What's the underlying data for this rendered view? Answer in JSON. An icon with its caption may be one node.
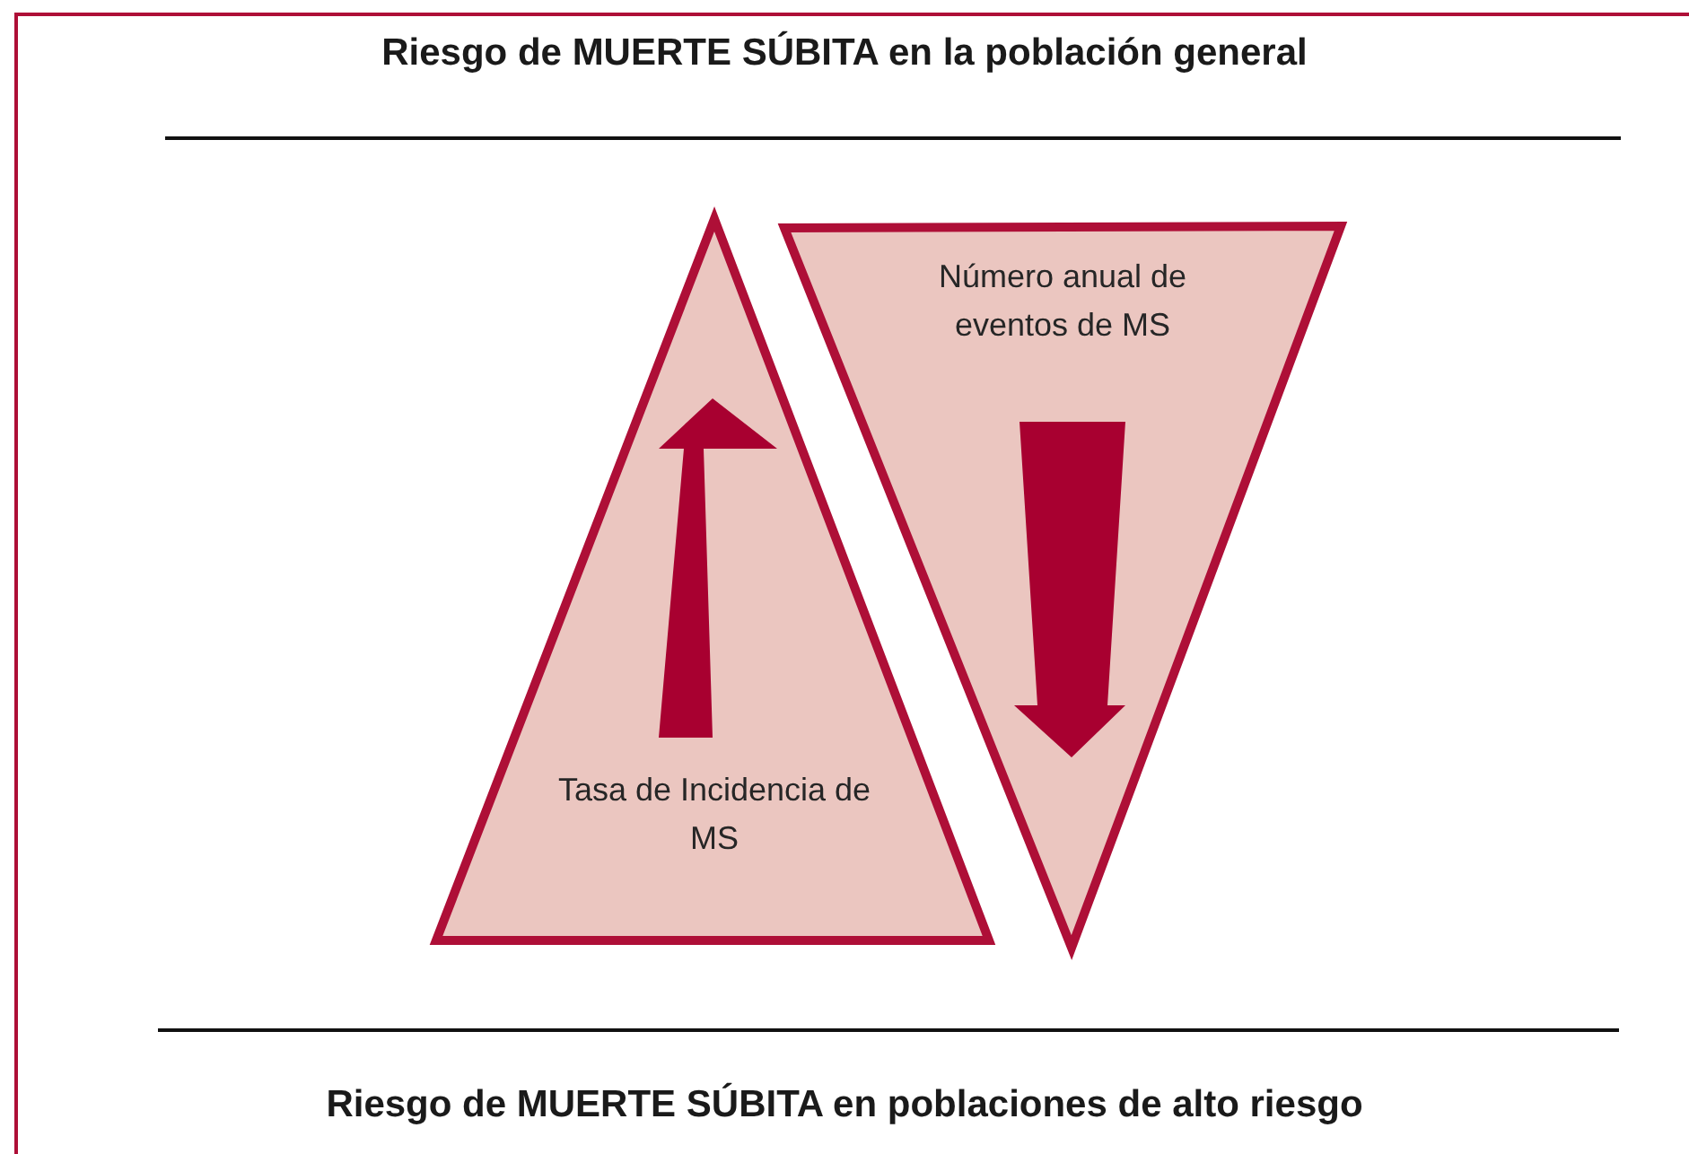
{
  "diagram": {
    "title": "Riesgo de MUERTE SÚBITA en la población general",
    "nodes": [
      {
        "text": [
          "Tasa de Incidencia de MS"
        ]
      },
      {
        "text": [
          "Número anual de eventos de MS"
        ]
      }
    ],
    "labels": [
      "Riesgo de MUERTE SÚBITA en poblaciones de alto riesgo"
    ]
  }
}
